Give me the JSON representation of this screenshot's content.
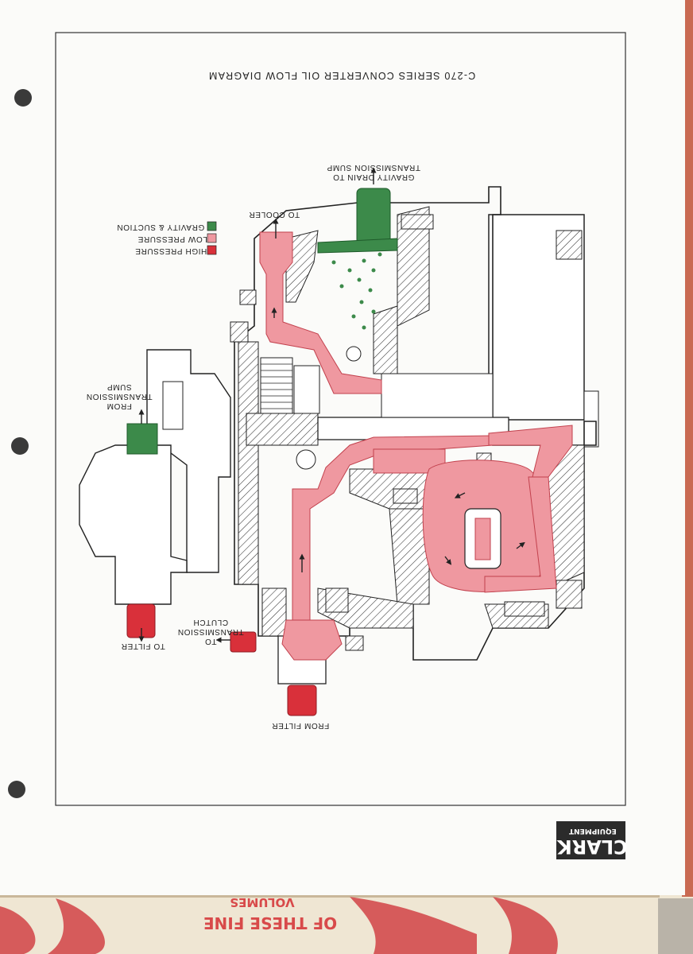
{
  "title": "C-270 SERIES CONVERTER OIL FLOW DIAGRAM",
  "legend": [
    {
      "label": "HIGH PRESSURE",
      "color": "#d9303a"
    },
    {
      "label": "LOW PRESSURE",
      "color": "#ef98a0"
    },
    {
      "label": "GRAVITY & SUCTION",
      "color": "#3c8a4a"
    }
  ],
  "labels": {
    "gravity_drain_l1": "GRAVITY DRAIN TO",
    "gravity_drain_l2": "TRANSMISSION SUMP",
    "to_cooler": "TO COOLER",
    "from_sump_l1": "FROM",
    "from_sump_l2": "TRANSMISSION",
    "from_sump_l3": "SUMP",
    "to_filter": "TO FILTER",
    "to_clutch_l1": "TO",
    "to_clutch_l2": "TRANSMISSION",
    "to_clutch_l3": "CLUTCH",
    "from_filter": "FROM FILTER"
  },
  "logo": {
    "line1": "CLARK",
    "line2": "EQUIPMENT"
  },
  "magazine": {
    "line1": "OF THESE FINE",
    "line2": "VOLUMES"
  },
  "colors": {
    "high_pressure": "#d9303a",
    "low_pressure": "#ef98a0",
    "gravity": "#3c8a4a",
    "paper": "#fbfbf9",
    "ink": "#2a2a2a"
  }
}
